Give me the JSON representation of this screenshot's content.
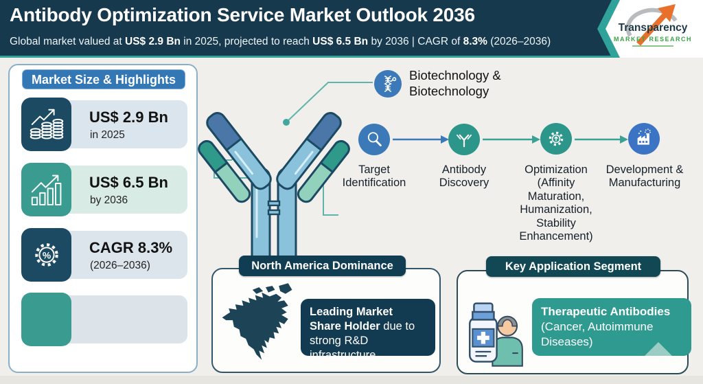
{
  "header": {
    "title": "Antibody Optimization Service Market Outlook 2036",
    "subtitle": {
      "t1": "Global market valued at ",
      "b1": "US$ 2.9 Bn",
      "t2": " in 2025, projected to reach ",
      "b2": "US$ 6.5 Bn",
      "t3": " by 2036 | CAGR of ",
      "b3": "8.3%",
      "t4": " (2026–2036)"
    },
    "logo": {
      "line1": "Transparency",
      "line2": "MARKET RESEARCH"
    }
  },
  "sidebar": {
    "title": "Market Size & Highlights",
    "cards": [
      {
        "value": "US$ 2.9 Bn",
        "caption": "in 2025",
        "icon": "coins-growth-icon",
        "tile_color": "#1d4a63",
        "pill_color": "#dbe5ee"
      },
      {
        "value": "US$ 6.5 Bn",
        "caption": "by 2036",
        "icon": "bar-growth-icon",
        "tile_color": "#3a9c90",
        "pill_color": "#d9ebe5"
      },
      {
        "value": "CAGR 8.3%",
        "caption": "(2026–2036)",
        "icon": "gear-percent-icon",
        "tile_color": "#1d4a63",
        "pill_color": "#dce4ec"
      },
      {
        "value": "",
        "caption": "",
        "icon": "none",
        "tile_color": "#3a9c90",
        "pill_color": "#dce4ea"
      }
    ]
  },
  "diagram": {
    "callout_label": "Biotechnology &\nBiotechnology",
    "callout_icon": "dna-icon",
    "callout_color": "#3b79b8",
    "steps": [
      {
        "label": "Target\nIdentification",
        "icon": "magnifier-icon",
        "color": "#3b79b8"
      },
      {
        "label": "Antibody\nDiscovery",
        "icon": "antibody-icon",
        "color": "#2d968a"
      },
      {
        "label": "Optimization\n(Affinity\nMaturation,\nHumanization,\nStability\nEnhancement)",
        "icon": "gear-icon",
        "color": "#2d968a"
      },
      {
        "label": "Development &\nManufacturing",
        "icon": "factory-icon",
        "color": "#3b74c4"
      }
    ]
  },
  "panels": {
    "north_america": {
      "tab": "North America Dominance",
      "tab_color": "#113d52",
      "box_color": "#123a50",
      "text_bold": "Leading Market Share Holder",
      "text_rest": " due to strong R&D infrastructure"
    },
    "application": {
      "tab": "Key Application Segment",
      "tab_color": "#114853",
      "box_color": "#2f9a90",
      "text_bold": "Therapeutic Antibodies",
      "text_rest": " (Cancer, Autoimmune Diseases)"
    }
  },
  "colors": {
    "header_bg": "#16394e",
    "accent_teal": "#2fa29a",
    "sidebar_header_bg": "#3377b5",
    "arrow_blue": "#3b79b8",
    "arrow_teal": "#3aa195",
    "map_navy": "#1d4356",
    "logo_green": "#3aa347",
    "logo_orange": "#e8702a"
  }
}
